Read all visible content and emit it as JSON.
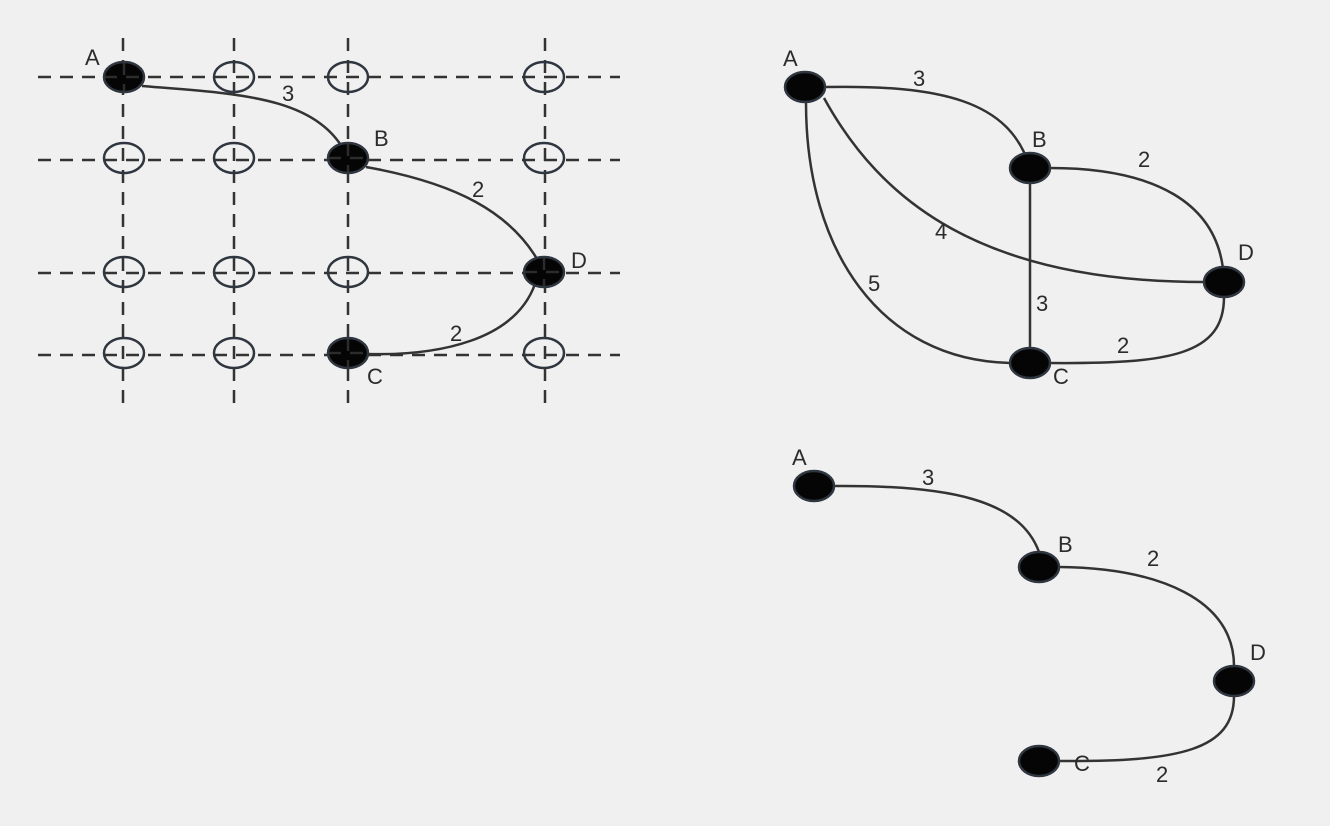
{
  "colors": {
    "background": "#f0f0f0",
    "line": "#333333",
    "node_fill": "#050505",
    "grid_node_fill": "#ffffff",
    "label": "#2b2b2b"
  },
  "grid_diagram": {
    "nodes": {
      "A": "A",
      "B": "B",
      "C": "C",
      "D": "D"
    },
    "edges": {
      "ab": "3",
      "bd": "2",
      "dc": "2"
    }
  },
  "full_graph": {
    "nodes": {
      "A": "A",
      "B": "B",
      "C": "C",
      "D": "D"
    },
    "edges": {
      "ab": "3",
      "bd": "2",
      "ad": "4",
      "ac": "5",
      "bc": "3",
      "cd": "2"
    }
  },
  "path_graph": {
    "nodes": {
      "A": "A",
      "B": "B",
      "C": "C",
      "D": "D"
    },
    "edges": {
      "ab": "3",
      "bd": "2",
      "dc": "2"
    }
  }
}
